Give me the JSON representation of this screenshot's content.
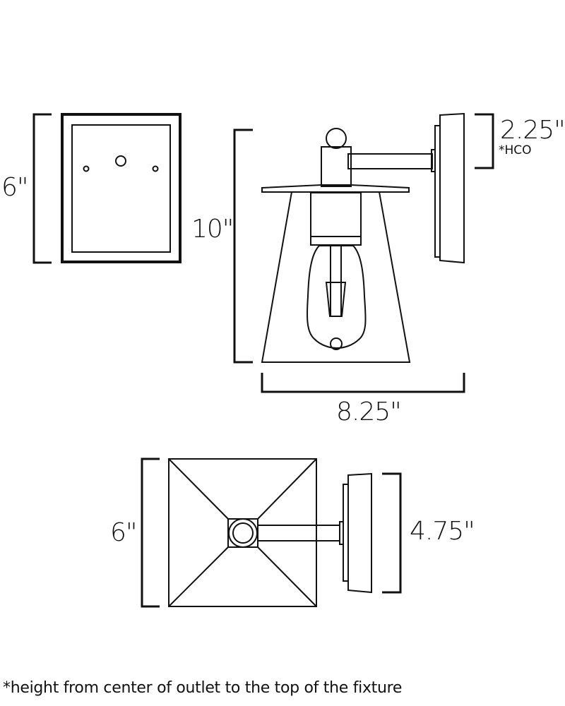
{
  "diagram": {
    "type": "wall-sconce-dimension-drawing",
    "colors": {
      "line": "#111111",
      "background": "#ffffff"
    },
    "views": [
      {
        "name": "backplate-front-view",
        "dimension_label": "6\""
      },
      {
        "name": "side-elevation-view",
        "height_label": "10\"",
        "width_label": "8.25\"",
        "hco_label": "2.25\"",
        "hco_note": "*HCO"
      },
      {
        "name": "top-plan-view",
        "depth_label": "6\"",
        "backplate_label": "4.75\""
      }
    ]
  },
  "labels": {
    "backplate_height": "6\"",
    "fixture_height": "10\"",
    "fixture_width": "8.25\"",
    "hco_value": "2.25\"",
    "hco_abbrev": "*HCO",
    "top_depth": "6\"",
    "top_backplate": "4.75\""
  },
  "footnote": "*height from center of outlet to the top of the fixture"
}
